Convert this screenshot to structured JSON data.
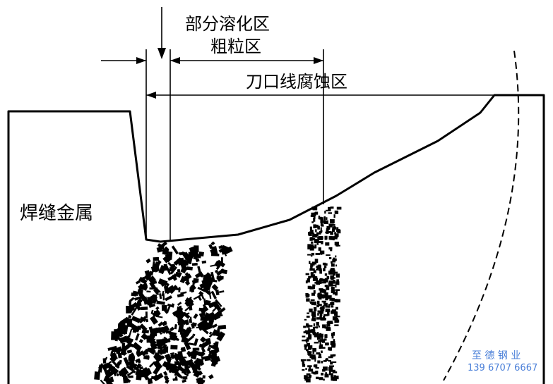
{
  "labels": {
    "partial_melting_zone": "部分溶化区",
    "coarse_grain_zone": "粗粒区",
    "knife_line_corrosion_zone": "刀口线腐蚀区",
    "weld_metal": "焊缝金属"
  },
  "watermark": {
    "company": "至 德 钢 业",
    "phone": "139 6707 6667",
    "color": "#4a7fd8"
  },
  "colors": {
    "line": "#000000",
    "background": "#ffffff"
  }
}
